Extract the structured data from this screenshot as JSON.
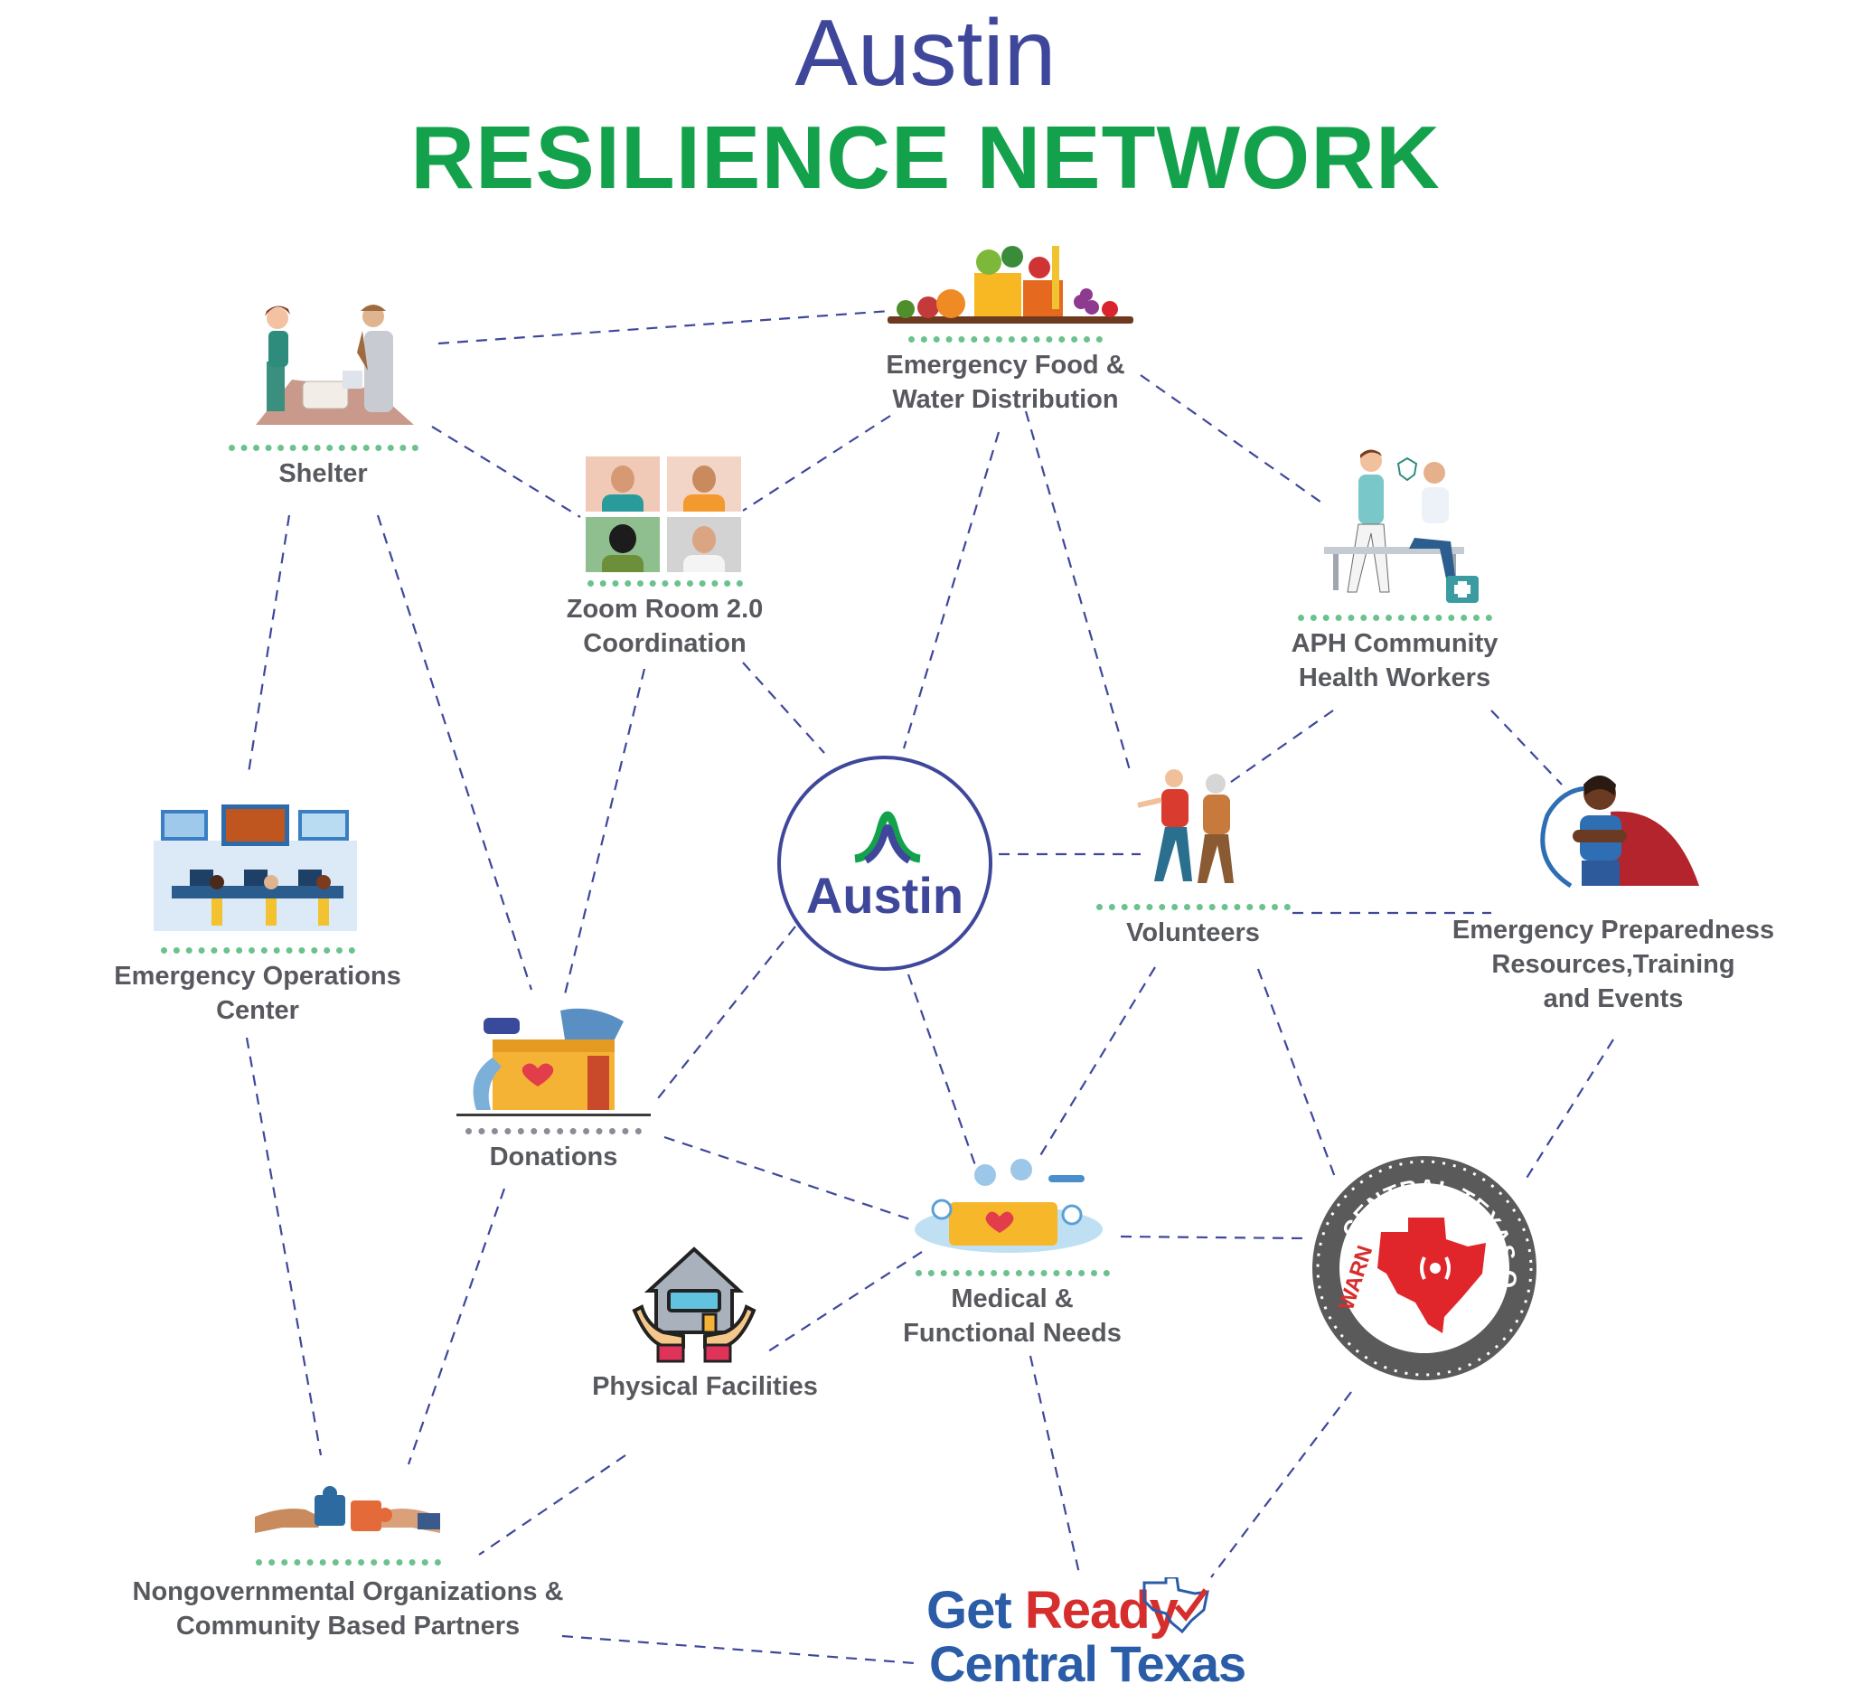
{
  "title": {
    "top": "Austin",
    "main": "RESILIENCE NETWORK"
  },
  "hub": {
    "label": "Austin"
  },
  "nodes": {
    "shelter": {
      "label": "Shelter"
    },
    "food": {
      "label": "Emergency Food &\nWater Distribution"
    },
    "zoom": {
      "label": "Zoom Room 2.0\nCoordination"
    },
    "aph": {
      "label": "APH Community\nHealth Workers"
    },
    "eoc": {
      "label": "Emergency Operations\nCenter"
    },
    "volunteers": {
      "label": "Volunteers"
    },
    "preparedness": {
      "label": "Emergency Preparedness\nResources,Training\nand Events"
    },
    "donations": {
      "label": "Donations"
    },
    "medical": {
      "label": "Medical &\nFunctional Needs"
    },
    "facilities": {
      "label": "Physical Facilities"
    },
    "ngo": {
      "label": "Nongovernmental Organizations &\nCommunity Based Partners"
    }
  },
  "logos": {
    "warn": {
      "ring_text": "CENTRAL TEXAS.ORG",
      "side_text": "WARN"
    },
    "getready": {
      "line1_a": "Get",
      "line1_b": "Ready",
      "line2": "Central Texas"
    }
  },
  "colors": {
    "title": "#3f479b",
    "accent": "#13a24b",
    "link": "#3f479b",
    "label": "#57595f"
  }
}
